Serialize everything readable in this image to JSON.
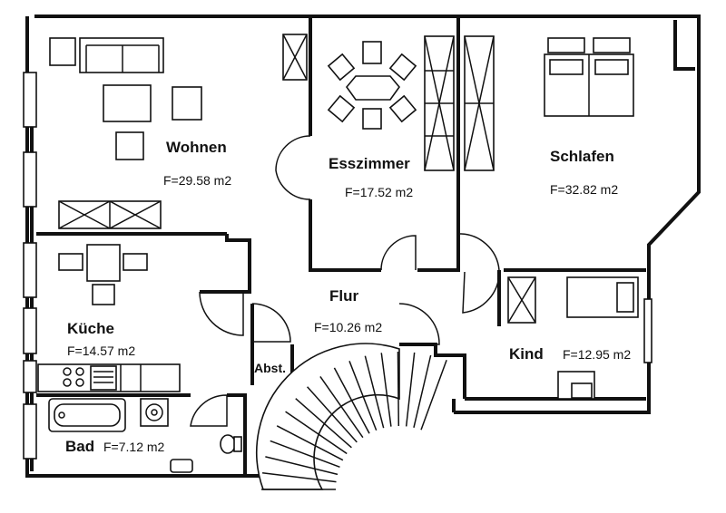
{
  "rooms": {
    "wohnen": {
      "name": "Wohnen",
      "area": "F=29.58 m2"
    },
    "esszimmer": {
      "name": "Esszimmer",
      "area": "F=17.52 m2"
    },
    "schlafen": {
      "name": "Schlafen",
      "area": "F=32.82 m2"
    },
    "flur": {
      "name": "Flur",
      "area": "F=10.26 m2"
    },
    "kueche": {
      "name": "Küche",
      "area": "F=14.57 m2"
    },
    "kind": {
      "name": "Kind",
      "area": "F=12.95 m2"
    },
    "bad": {
      "name": "Bad",
      "area": "F=7.12 m2"
    },
    "abst": {
      "name": "Abst."
    }
  }
}
